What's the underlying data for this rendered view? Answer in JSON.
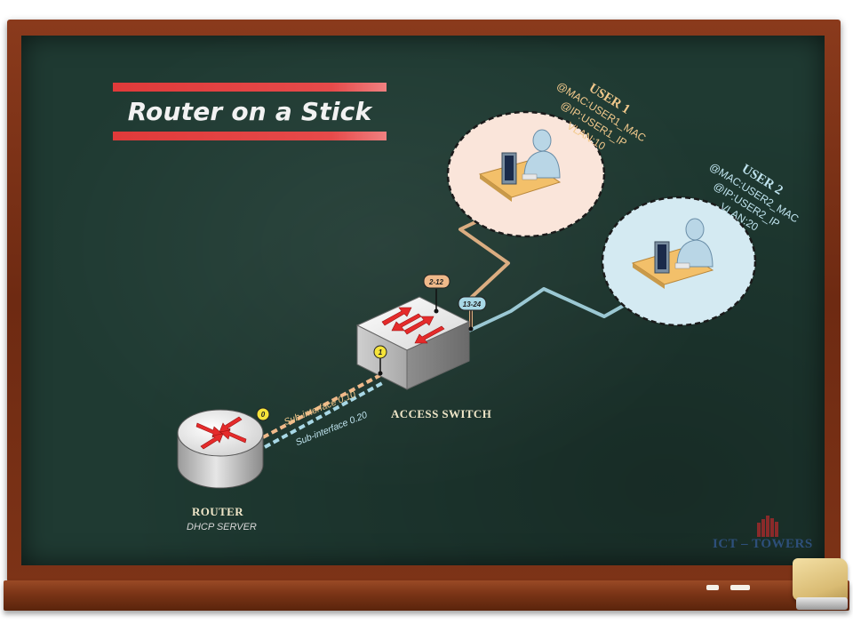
{
  "title": "Router on a Stick",
  "users": [
    {
      "name": "USER 1",
      "mac": "@MAC:USER1_MAC",
      "ip": "@IP:USER1_IP",
      "vlan": "VLAN:10",
      "color": "#f2c98c"
    },
    {
      "name": "USER 2",
      "mac": "@MAC:USER2_MAC",
      "ip": "@IP:USER2_IP",
      "vlan": "VLAN:20",
      "color": "#bfe3ee"
    }
  ],
  "switch": {
    "label": "ACCESS SWITCH",
    "ports": {
      "vlan10": "2-12",
      "vlan20": "13-24",
      "trunk": "1"
    }
  },
  "router": {
    "label": "ROUTER",
    "sublabel": "DHCP SERVER",
    "port": "0"
  },
  "subinterfaces": [
    "Sub-interface 0.10",
    "Sub-interface 0.20"
  ],
  "logo": "ICT – TOWERS",
  "colors": {
    "vlan10": "#f0b98a",
    "vlan20": "#a8d8e6",
    "board": "#1f3a32",
    "frame": "#7a3416",
    "title_bar": "#e03a3a",
    "user1_bubble": "#fae5da",
    "user2_bubble": "#d4eaf2"
  }
}
